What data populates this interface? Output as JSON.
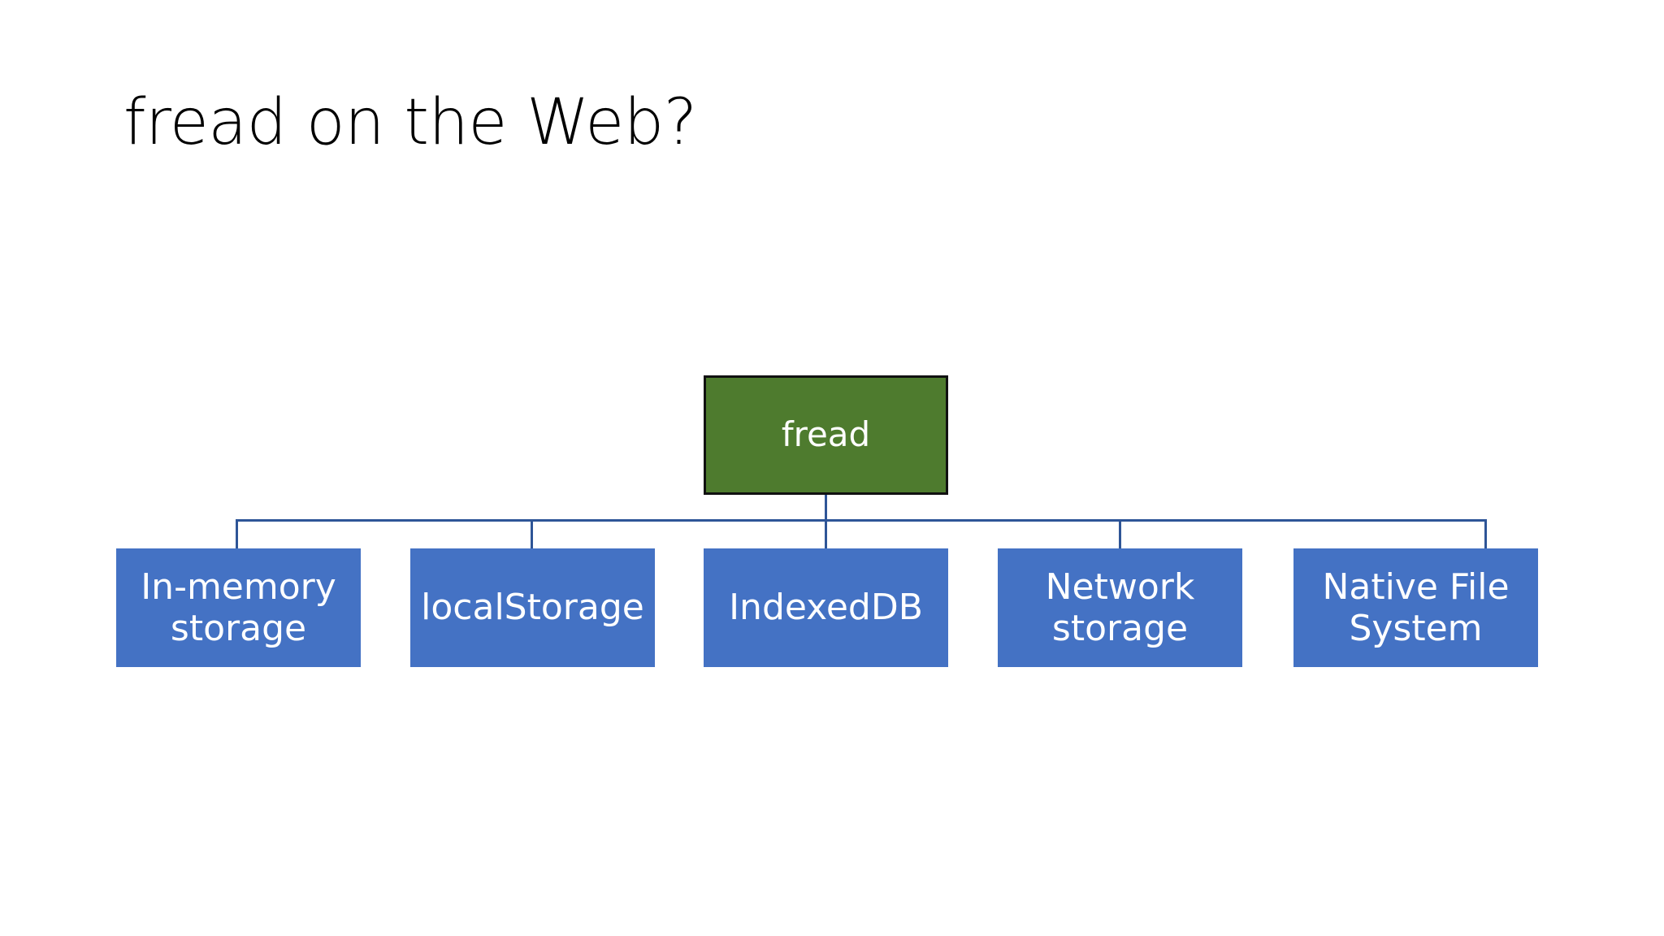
{
  "slide": {
    "title": "fread on the Web?",
    "background_color": "#FFFFFF"
  },
  "diagram": {
    "type": "hierarchy",
    "connector_color": "#2E5597",
    "root": {
      "label": "fread",
      "fill_color": "#4E7B2E",
      "border_color": "#111111",
      "text_color": "#FFFFFF"
    },
    "children": [
      {
        "label": "In-memory\nstorage",
        "fill_color": "#4472C4",
        "text_color": "#FFFFFF"
      },
      {
        "label": "localStorage",
        "fill_color": "#4472C4",
        "text_color": "#FFFFFF"
      },
      {
        "label": "IndexedDB",
        "fill_color": "#4472C4",
        "text_color": "#FFFFFF"
      },
      {
        "label": "Network\nstorage",
        "fill_color": "#4472C4",
        "text_color": "#FFFFFF"
      },
      {
        "label": "Native File\nSystem",
        "fill_color": "#4472C4",
        "text_color": "#FFFFFF"
      }
    ]
  }
}
